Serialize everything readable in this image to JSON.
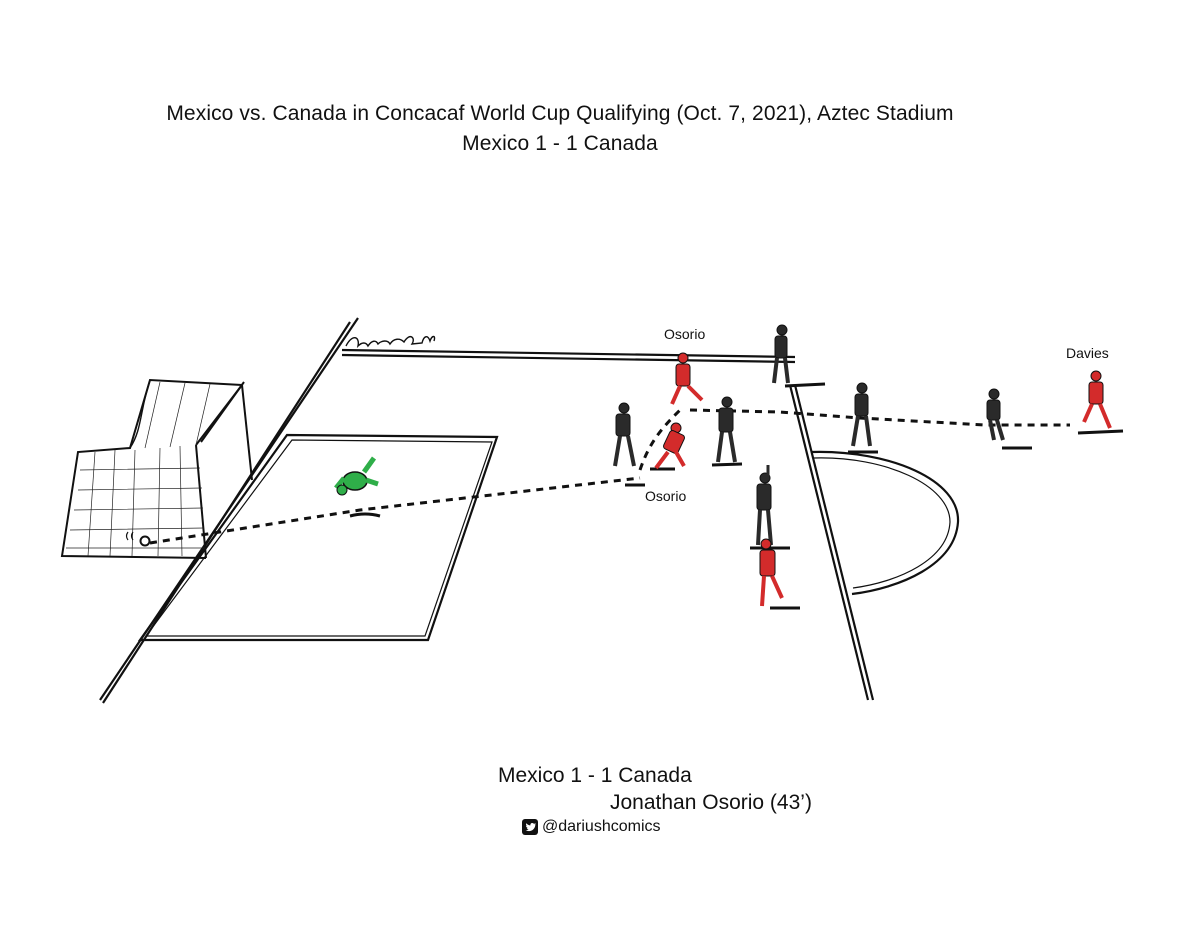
{
  "header": {
    "title": "Mexico vs. Canada in Concacaf World Cup Qualifying (Oct. 7, 2021), Aztec Stadium",
    "score": "Mexico 1 - 1 Canada"
  },
  "players": {
    "osorio_top": "Osorio",
    "osorio_bottom": "Osorio",
    "davies": "Davies"
  },
  "footer": {
    "score": "Mexico 1 - 1 Canada",
    "scorer": "Jonathan Osorio (43’)",
    "handle": "@dariushcomics",
    "handle_icon": "twitter-icon"
  },
  "signature": "Dariush",
  "colors": {
    "canada": "#d32b2b",
    "mexico": "#2a2a2a",
    "goalkeeper": "#2fae49"
  }
}
